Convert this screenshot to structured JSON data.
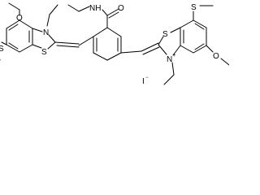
{
  "structure": {
    "atoms": {
      "left_methoxy_o": "O",
      "left_thio_s": "S",
      "left_ring_n": "N",
      "left_ring_s": "S",
      "amide_n": "NH",
      "amide_o": "O",
      "right_ring_s": "S",
      "right_ring_n": "N",
      "right_n_charge": "+",
      "right_thio_s": "S",
      "right_methoxy_o": "O",
      "iodide": "I",
      "iodide_charge": "−"
    }
  }
}
